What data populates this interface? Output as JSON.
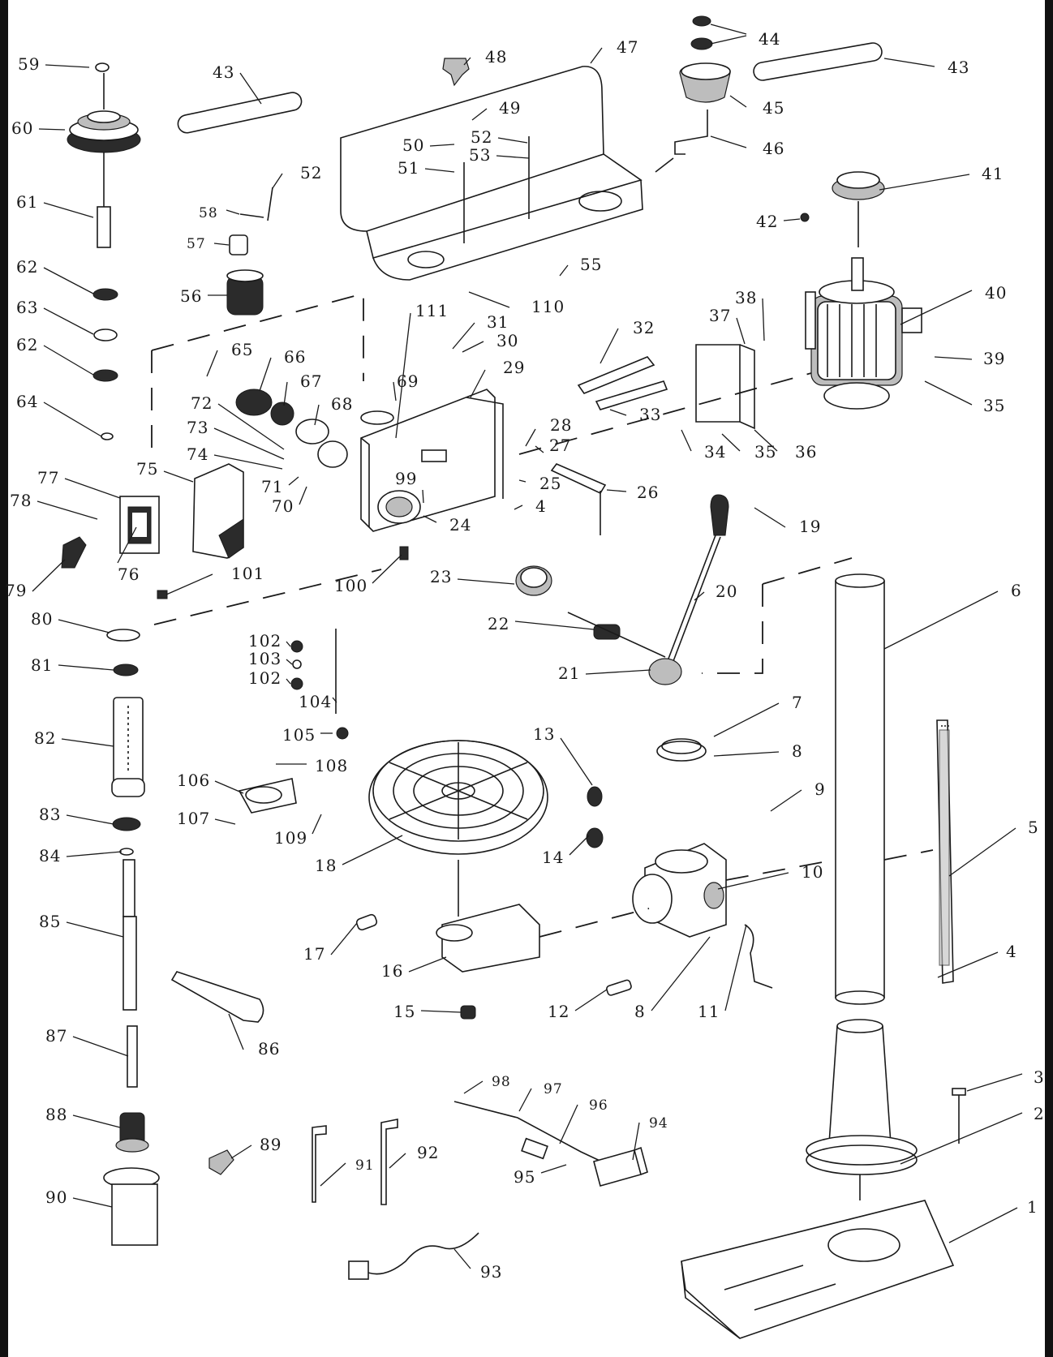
{
  "diagram": {
    "labels": [
      "59",
      "60",
      "61",
      "62",
      "63",
      "62",
      "64",
      "43",
      "58",
      "52",
      "57",
      "56",
      "48",
      "47",
      "49",
      "50",
      "52",
      "53",
      "51",
      "44",
      "44",
      "45",
      "46",
      "43",
      "41",
      "42",
      "40",
      "39",
      "35",
      "38",
      "37",
      "55",
      "110",
      "111",
      "31",
      "30",
      "32",
      "29",
      "69",
      "28",
      "27",
      "33",
      "34",
      "35",
      "36",
      "65",
      "66",
      "67",
      "68",
      "72",
      "73",
      "74",
      "71",
      "70",
      "75",
      "77",
      "78",
      "76",
      "79",
      "25",
      "4",
      "26",
      "24",
      "99",
      "19",
      "101",
      "100",
      "23",
      "22",
      "20",
      "21",
      "6",
      "80",
      "81",
      "82",
      "102",
      "103",
      "102",
      "104",
      "105",
      "108",
      "106",
      "107",
      "109",
      "83",
      "84",
      "7",
      "8",
      "13",
      "9",
      "14",
      "10",
      "18",
      "5",
      "85",
      "17",
      "16",
      "15",
      "12",
      "8",
      "11",
      "4",
      "86",
      "87",
      "3",
      "2",
      "88",
      "89",
      "98",
      "97",
      "96",
      "94",
      "91",
      "92",
      "95",
      "1",
      "90",
      "93"
    ],
    "colors": {
      "ink": "#1a1a1a",
      "paper": "#ffffff",
      "frame_edge": "#111111"
    }
  }
}
